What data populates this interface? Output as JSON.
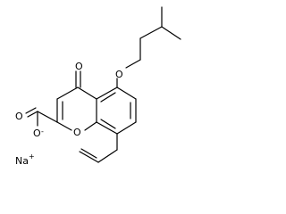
{
  "molecule": {
    "atoms": {
      "o_ketone": "O",
      "o_ether": "O",
      "o_carboxyl": "O",
      "o_ring": "O",
      "o_carboxylate": "O",
      "na": "Na"
    },
    "charges": {
      "carboxylate": "-",
      "sodium": "+"
    }
  }
}
